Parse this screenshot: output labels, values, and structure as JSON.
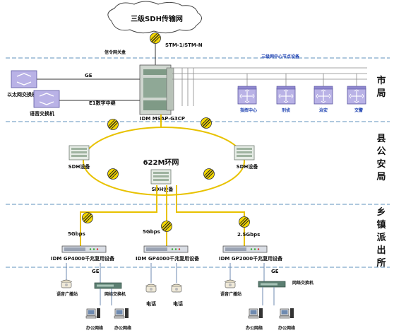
{
  "cloud_label": "三级SDH传输网",
  "stm_label": "STM-1/STM-N",
  "signaling_gateway": "信令网关盒",
  "core_nodes_label": "三级网中心节点设备",
  "ge_label_top": "GE",
  "ethernet_switch": "以太网交换机",
  "voice_switch": "语音交换机",
  "e1_label": "E1数字中继",
  "msap_label": "IDM MSAP-G3CP",
  "core_node_names": [
    "指挥中心",
    "刑侦",
    "治安",
    "交警"
  ],
  "ring_label": "622M环网",
  "sdh_left": "SDH设备",
  "sdh_right": "SDH设备",
  "sdh_bottom": "SDH设备",
  "side_city": [
    "市",
    "局"
  ],
  "side_county": [
    "县",
    "公",
    "安",
    "局"
  ],
  "side_town": [
    "乡",
    "镇",
    "派",
    "出",
    "所"
  ],
  "bw_left": "5Gbps",
  "bw_mid": "5Gbps",
  "bw_right": "2.5Gbps",
  "mux_left": "IDM GP4000千兆复用设备",
  "mux_mid": "IDM GP4000千兆复用设备",
  "mux_right": "IDM GP2000千兆复用设备",
  "ge_left": "GE",
  "ge_right": "GE",
  "net_switch_left": "网络交换机",
  "net_switch_right": "网络交换机",
  "phone_label": "电话",
  "phone_label_2": "电话",
  "fax_left": "语音广播站",
  "fax_right": "语音广播站",
  "pc_label": "办公网络",
  "colors": {
    "ring_line": "#e8c200",
    "divider": "#7fa6c9",
    "router_face": "#b9b2e6",
    "accent_blue": "#1a3fb0"
  }
}
